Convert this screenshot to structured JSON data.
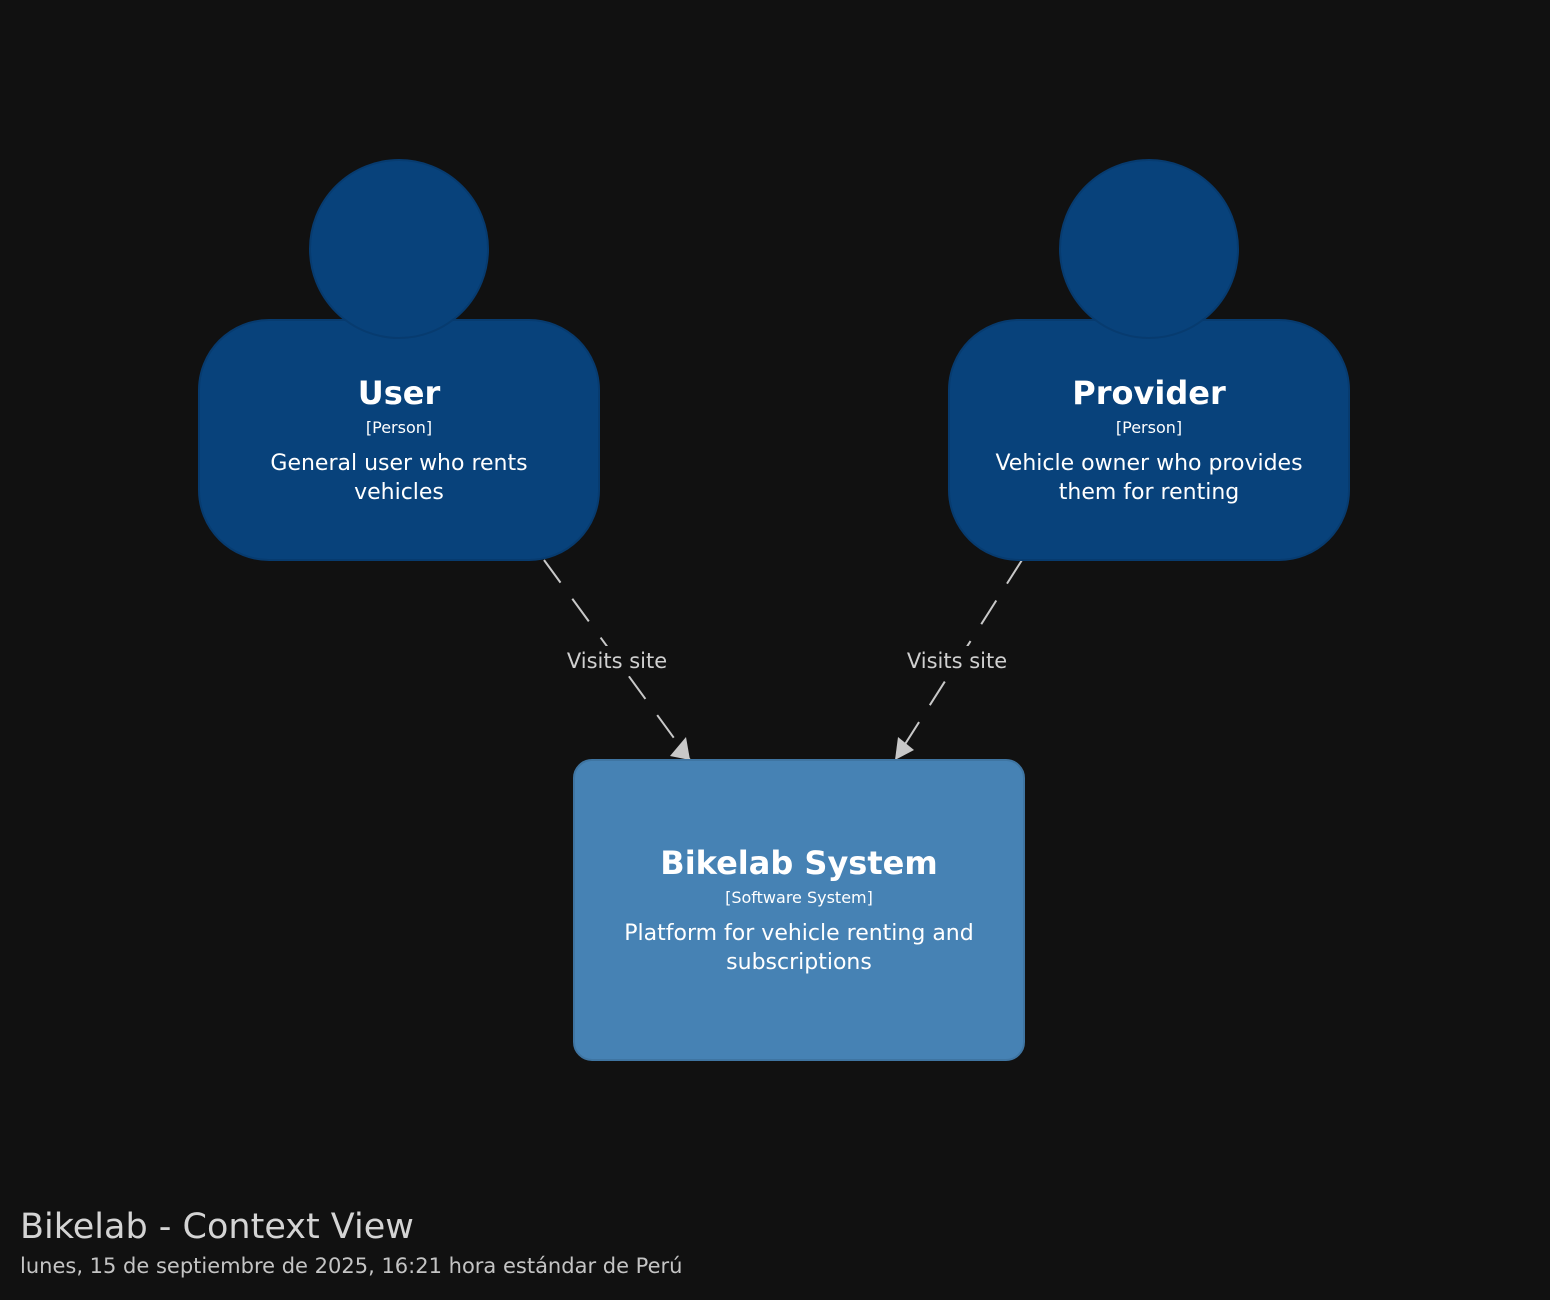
{
  "colors": {
    "background": "#111111",
    "person_fill": "#08427b",
    "person_stroke": "#073b6f",
    "system_fill": "#4682b4",
    "system_stroke": "#3f75a2",
    "text": "#ffffff",
    "edge": "#c8c8c8",
    "edge_label": "#d0d0d0",
    "caption": "#d4d4d4"
  },
  "elements": [
    {
      "id": "user",
      "kind": "person",
      "name": "User",
      "type": "[Person]",
      "description": [
        "General user who rents",
        "vehicles"
      ]
    },
    {
      "id": "provider",
      "kind": "person",
      "name": "Provider",
      "type": "[Person]",
      "description": [
        "Vehicle owner who provides",
        "them for renting"
      ]
    },
    {
      "id": "system",
      "kind": "software-system",
      "name": "Bikelab System",
      "type": "[Software System]",
      "description": [
        "Platform for vehicle renting and",
        "subscriptions"
      ]
    }
  ],
  "relationships": [
    {
      "from": "user",
      "to": "system",
      "label": "Visits site",
      "style": "dashed"
    },
    {
      "from": "provider",
      "to": "system",
      "label": "Visits site",
      "style": "dashed"
    }
  ],
  "caption": {
    "title": "Bikelab - Context View",
    "subtitle": "lunes, 15 de septiembre de 2025, 16:21 hora estándar de Perú"
  }
}
